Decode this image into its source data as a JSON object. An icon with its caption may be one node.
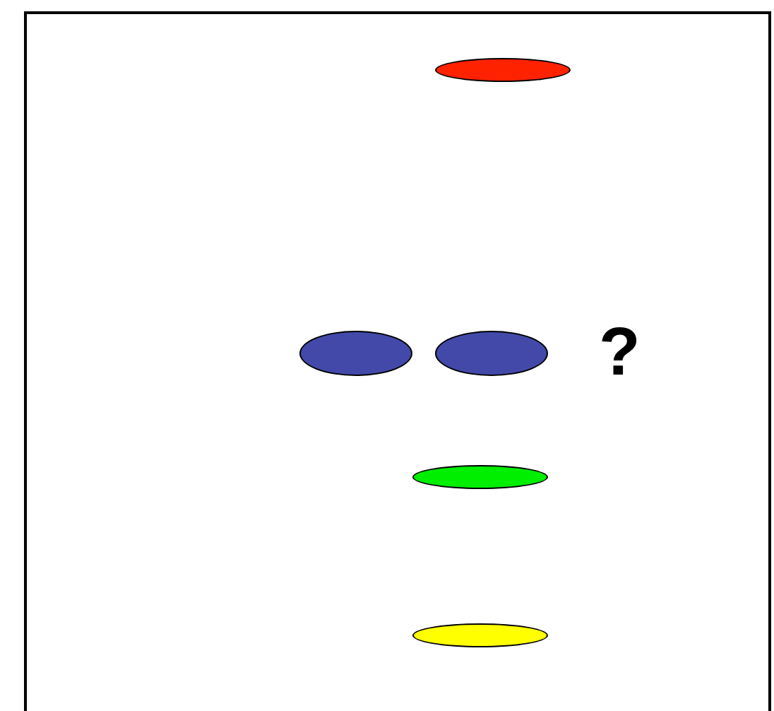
{
  "diagram": {
    "nodes": [
      {
        "text": [],
        "shape": "box"
      },
      {
        "text": [],
        "shape": "ellipse",
        "in": 0
      },
      {
        "text": [],
        "shape": "ellipse",
        "in": 0
      },
      {
        "text": [],
        "shape": "ellipse",
        "in": 0
      },
      {
        "text": [],
        "shape": "ellipse",
        "in": 0
      },
      {
        "text": [],
        "shape": "ellipse",
        "in": 0
      }
    ],
    "labels": [
      "?"
    ]
  }
}
